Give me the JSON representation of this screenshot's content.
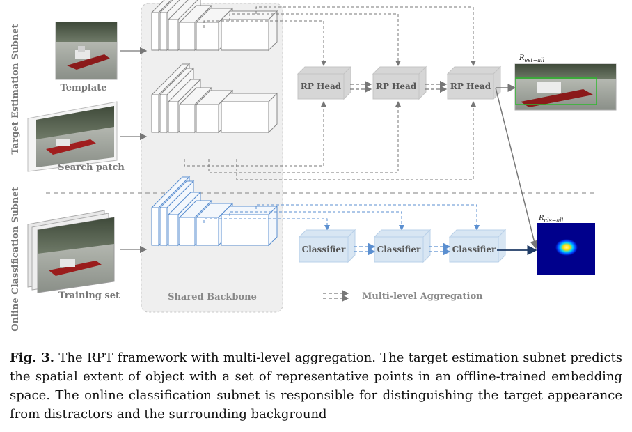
{
  "diagram": {
    "subnet_labels": {
      "target_estimation": "Target Estimation Subnet",
      "online_classification": "Online Classification Subnet"
    },
    "inputs": {
      "template": "Template",
      "search_patch": "Search patch",
      "training_set": "Training set"
    },
    "backbone_label": "Shared Backbone",
    "rp_heads": [
      "RP Head",
      "RP Head",
      "RP Head"
    ],
    "classifiers": [
      "Classifier",
      "Classifier",
      "Classifier"
    ],
    "legend": "Multi-level Aggregation",
    "outputs": {
      "est_base": "R",
      "est_sub": "est−all",
      "cls_base": "R",
      "cls_sub": "cls−all"
    },
    "colors": {
      "gray_path": "#777777",
      "blue_path": "#5b8fd0",
      "head_fill": "#d6d6d6",
      "classifier_fill": "#d8e6f3",
      "backbone_panel": "#efefef",
      "heatmap_bg": "#00008c",
      "bbox": "#2eb82e"
    }
  },
  "caption": {
    "label": "Fig. 3.",
    "text": "The RPT framework with multi-level aggregation. The target estimation subnet predicts the spatial extent of object with a set of representative points in an offline-trained embedding space. The online classification subnet is responsible for distinguishing the target appearance from distractors and the surrounding background"
  }
}
